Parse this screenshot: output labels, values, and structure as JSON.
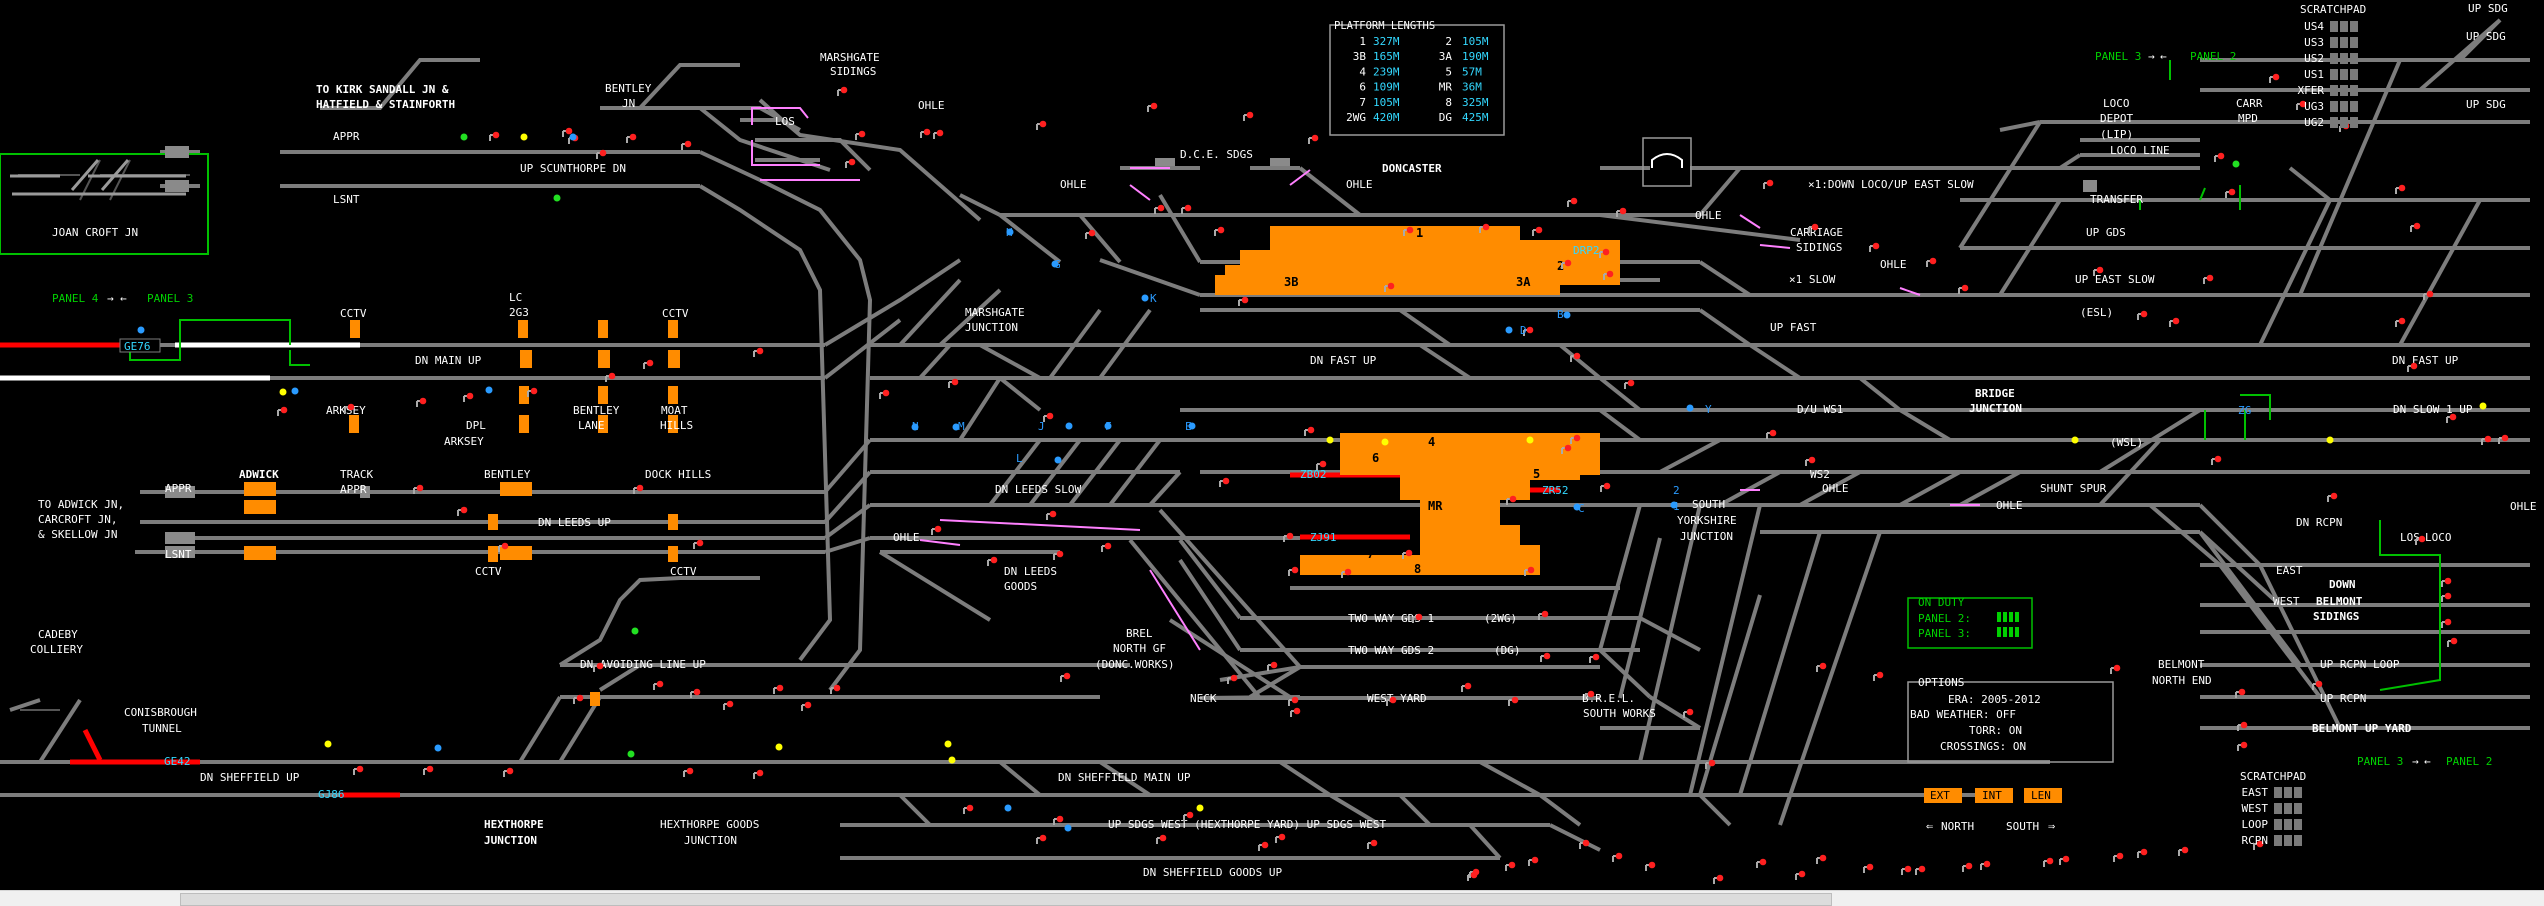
{
  "colors": {
    "track": "#7d7d7d",
    "text": "#ffffff",
    "platform": "#ff8c00",
    "signal_red": "#ff2020",
    "signal_green": "#22e022",
    "signal_yellow": "#ffff00",
    "aspect_blue": "#2a9bff",
    "ohle_pink": "#ff80ff",
    "cyan_text": "#33d8ff",
    "panel_green": "#00c000",
    "occupied_red": "#ff0000"
  },
  "platform_lengths": {
    "title": "PLATFORM LENGTHS",
    "rows": [
      [
        "1",
        "327M",
        "2",
        "105M"
      ],
      [
        "3B",
        "165M",
        "3A",
        "190M"
      ],
      [
        "4",
        "239M",
        "5",
        "57M"
      ],
      [
        "6",
        "109M",
        "MR",
        "36M"
      ],
      [
        "7",
        "105M",
        "8",
        "325M"
      ],
      [
        "2WG",
        "420M",
        "DG",
        "425M"
      ]
    ]
  },
  "scratchpad_top": {
    "title": "SCRATCHPAD",
    "rows": [
      "US4",
      "US3",
      "US2",
      "US1",
      "XFER",
      "UG3",
      "UG2"
    ]
  },
  "scratchpad_bottom": {
    "title": "SCRATCHPAD",
    "rows": [
      "EAST",
      "WEST",
      "LOOP",
      "RCPN"
    ]
  },
  "on_duty": {
    "title": "ON DUTY",
    "rows": [
      "PANEL 2:",
      "PANEL 3:"
    ]
  },
  "options": {
    "title": "OPTIONS",
    "rows": [
      "ERA: 2005-2012",
      "BAD WEATHER: OFF",
      "TORR: ON",
      "CROSSINGS: ON"
    ]
  },
  "buttons": {
    "ext": "EXT",
    "int": "INT",
    "len": "LEN"
  },
  "nav": {
    "north": "NORTH",
    "south": "SOUTH"
  },
  "panel_links": {
    "panel4": "PANEL 4",
    "panel3_left": "PANEL 3",
    "panel3_top": "PANEL 3",
    "panel2_top": "PANEL 2",
    "panel3_bottom": "PANEL 3",
    "panel2_bottom": "PANEL 2"
  },
  "berths": {
    "ge76": "GE76",
    "ge42": "GE42",
    "gj86": "GJ86",
    "drp2": "DRP2",
    "zb02": "ZB02",
    "zr52": "ZR52",
    "zj91": "ZJ91"
  },
  "labels": [
    {
      "id": "kirk-sandall",
      "t": "TO KIRK SANDALL JN &",
      "bold": true
    },
    {
      "id": "hatfield",
      "t": "HATFIELD & STAINFORTH",
      "bold": true
    },
    {
      "id": "bentley-jn-1",
      "t": "BENTLEY"
    },
    {
      "id": "bentley-jn-2",
      "t": "JN"
    },
    {
      "id": "marshgate-sidings-1",
      "t": "MARSHGATE"
    },
    {
      "id": "marshgate-sidings-2",
      "t": "SIDINGS"
    },
    {
      "id": "los-1",
      "t": "LOS"
    },
    {
      "id": "ohle-1",
      "t": "OHLE"
    },
    {
      "id": "appr-1",
      "t": "APPR"
    },
    {
      "id": "lsnt-1",
      "t": "LSNT"
    },
    {
      "id": "up-scunthorpe",
      "t": "UP SCUNTHORPE DN"
    },
    {
      "id": "joan-croft",
      "t": "JOAN CROFT JN"
    },
    {
      "id": "dce-sdgs",
      "t": "D.C.E. SDGS"
    },
    {
      "id": "doncaster",
      "t": "DONCASTER",
      "bold": true
    },
    {
      "id": "ohle-2",
      "t": "OHLE"
    },
    {
      "id": "ohle-3",
      "t": "OHLE"
    },
    {
      "id": "cctv-1",
      "t": "CCTV"
    },
    {
      "id": "lc-1",
      "t": "LC"
    },
    {
      "id": "lc-2",
      "t": "2G3"
    },
    {
      "id": "cctv-2",
      "t": "CCTV"
    },
    {
      "id": "dn-main-up",
      "t": "DN MAIN UP"
    },
    {
      "id": "arksey-1",
      "t": "ARKSEY"
    },
    {
      "id": "dpl",
      "t": "DPL"
    },
    {
      "id": "arksey-2",
      "t": "ARKSEY"
    },
    {
      "id": "bentley-lane-1",
      "t": "BENTLEY"
    },
    {
      "id": "bentley-lane-2",
      "t": "LANE"
    },
    {
      "id": "moat-hills-1",
      "t": "MOAT"
    },
    {
      "id": "moat-hills-2",
      "t": "HILLS"
    },
    {
      "id": "marshgate-jn-1",
      "t": "MARSHGATE"
    },
    {
      "id": "marshgate-jn-2",
      "t": "JUNCTION"
    },
    {
      "id": "dn-fast-up",
      "t": "DN FAST UP"
    },
    {
      "id": "up-fast",
      "t": "UP FAST"
    },
    {
      "id": "esl",
      "t": "(ESL)"
    },
    {
      "id": "dn-fast-up-2",
      "t": "DN FAST UP"
    },
    {
      "id": "dn-slow-1-up",
      "t": "DN SLOW 1 UP"
    },
    {
      "id": "x1-down-loco",
      "t": "×1:DOWN LOCO/UP EAST SLOW"
    },
    {
      "id": "loco-depot-1",
      "t": "LOCO"
    },
    {
      "id": "loco-depot-2",
      "t": "DEPOT"
    },
    {
      "id": "loco-depot-3",
      "t": "(LIP)"
    },
    {
      "id": "carr-mpd-1",
      "t": "CARR"
    },
    {
      "id": "carr-mpd-2",
      "t": "MPD"
    },
    {
      "id": "loco-line",
      "t": "LOCO LINE"
    },
    {
      "id": "transfer",
      "t": "TRANSFER"
    },
    {
      "id": "up-gds",
      "t": "UP GDS"
    },
    {
      "id": "up-east-slow",
      "t": "UP EAST SLOW"
    },
    {
      "id": "x1-slow",
      "t": "×1 SLOW"
    },
    {
      "id": "carriage-1",
      "t": "CARRIAGE"
    },
    {
      "id": "carriage-2",
      "t": "SIDINGS"
    },
    {
      "id": "ohle-4",
      "t": "OHLE"
    },
    {
      "id": "ohle-5",
      "t": "OHLE"
    },
    {
      "id": "up-sdg-1",
      "t": "UP SDG"
    },
    {
      "id": "up-sdg-2",
      "t": "UP SDG"
    },
    {
      "id": "up-sdg-3",
      "t": "UP SDG"
    },
    {
      "id": "dw-ws1",
      "t": "D/U WS1"
    },
    {
      "id": "bridge-jn-1",
      "t": "BRIDGE",
      "bold": true
    },
    {
      "id": "bridge-jn-2",
      "t": "JUNCTION",
      "bold": true
    },
    {
      "id": "wsl",
      "t": "(WSL)"
    },
    {
      "id": "ws2",
      "t": "WS2"
    },
    {
      "id": "ohle-6",
      "t": "OHLE"
    },
    {
      "id": "shunt-spur",
      "t": "SHUNT SPUR"
    },
    {
      "id": "ohle-7",
      "t": "OHLE"
    },
    {
      "id": "dn-rcpn",
      "t": "DN RCPN"
    },
    {
      "id": "los-2",
      "t": "LOS"
    },
    {
      "id": "loco-2",
      "t": "LOCO"
    },
    {
      "id": "ohle-8",
      "t": "OHLE"
    },
    {
      "id": "east-1",
      "t": "EAST"
    },
    {
      "id": "down-1",
      "t": "DOWN",
      "bold": true
    },
    {
      "id": "west-1",
      "t": "WEST"
    },
    {
      "id": "belmont-1",
      "t": "BELMONT",
      "bold": true
    },
    {
      "id": "sidings-1",
      "t": "SIDINGS",
      "bold": true
    },
    {
      "id": "belmont-north-1",
      "t": "BELMONT"
    },
    {
      "id": "belmont-north-2",
      "t": "NORTH END"
    },
    {
      "id": "up-rcpn-loop",
      "t": "UP RCPN LOOP"
    },
    {
      "id": "up-rcpn",
      "t": "UP RCPN"
    },
    {
      "id": "belmont-up-yard",
      "t": "BELMONT UP YARD",
      "bold": true
    },
    {
      "id": "adwick",
      "t": "ADWICK",
      "bold": true
    },
    {
      "id": "to-adwick-1",
      "t": "TO ADWICK JN,"
    },
    {
      "id": "to-adwick-2",
      "t": "CARCROFT JN,"
    },
    {
      "id": "to-adwick-3",
      "t": "& SKELLOW JN"
    },
    {
      "id": "appr-2",
      "t": "APPR"
    },
    {
      "id": "lsnt-2",
      "t": "LSNT"
    },
    {
      "id": "track-appr-1",
      "t": "TRACK"
    },
    {
      "id": "track-appr-2",
      "t": "APPR"
    },
    {
      "id": "bentley-2",
      "t": "BENTLEY"
    },
    {
      "id": "dock-hills",
      "t": "DOCK HILLS"
    },
    {
      "id": "dn-leeds-up",
      "t": "DN LEEDS UP"
    },
    {
      "id": "cctv-3",
      "t": "CCTV"
    },
    {
      "id": "cctv-4",
      "t": "CCTV"
    },
    {
      "id": "dn-leeds-slow",
      "t": "DN LEEDS SLOW"
    },
    {
      "id": "ohle-9",
      "t": "OHLE"
    },
    {
      "id": "dn-leeds-goods-1",
      "t": "DN LEEDS"
    },
    {
      "id": "dn-leeds-goods-2",
      "t": "GOODS"
    },
    {
      "id": "brel-1",
      "t": "BREL"
    },
    {
      "id": "brel-2",
      "t": "NORTH GF"
    },
    {
      "id": "brel-3",
      "t": "(DONC.WORKS)"
    },
    {
      "id": "two-way-1",
      "t": "TWO WAY GDS 1"
    },
    {
      "id": "two-way-1b",
      "t": "(2WG)"
    },
    {
      "id": "two-way-2",
      "t": "TWO WAY GDS 2"
    },
    {
      "id": "two-way-2b",
      "t": "(DG)"
    },
    {
      "id": "neck",
      "t": "NECK"
    },
    {
      "id": "west-yard",
      "t": "WEST YARD"
    },
    {
      "id": "brel-south-1",
      "t": "B.R.E.L."
    },
    {
      "id": "brel-south-2",
      "t": "SOUTH WORKS"
    },
    {
      "id": "south-yorks-1",
      "t": "SOUTH"
    },
    {
      "id": "south-yorks-2",
      "t": "YORKSHIRE"
    },
    {
      "id": "south-yorks-3",
      "t": "JUNCTION"
    },
    {
      "id": "cadeby-1",
      "t": "CADEBY"
    },
    {
      "id": "cadeby-2",
      "t": "COLLIERY"
    },
    {
      "id": "conisbrough-1",
      "t": "CONISBROUGH"
    },
    {
      "id": "conisbrough-2",
      "t": "TUNNEL"
    },
    {
      "id": "dn-avoiding",
      "t": "DN AVOIDING LINE UP"
    },
    {
      "id": "dn-sheffield-up",
      "t": "DN SHEFFIELD UP"
    },
    {
      "id": "dn-sheffield-main",
      "t": "DN SHEFFIELD MAIN UP"
    },
    {
      "id": "hexthorpe-jn-1",
      "t": "HEXTHORPE",
      "bold": true
    },
    {
      "id": "hexthorpe-jn-2",
      "t": "JUNCTION",
      "bold": true
    },
    {
      "id": "hexthorpe-gds-1",
      "t": "HEXTHORPE GOODS"
    },
    {
      "id": "hexthorpe-gds-2",
      "t": "JUNCTION"
    },
    {
      "id": "up-sdgs-west",
      "t": "UP SDGS WEST (HEXTHORPE YARD) UP SDGS WEST"
    },
    {
      "id": "dn-sheffield-goods",
      "t": "DN  SHEFFIELD GOODS  UP"
    }
  ],
  "platforms": [
    {
      "id": "p1",
      "t": "1"
    },
    {
      "id": "p2",
      "t": "2"
    },
    {
      "id": "p3b",
      "t": "3B"
    },
    {
      "id": "p3a",
      "t": "3A"
    },
    {
      "id": "p4",
      "t": "4"
    },
    {
      "id": "p5",
      "t": "5"
    },
    {
      "id": "p6",
      "t": "6"
    },
    {
      "id": "pmr",
      "t": "MR"
    },
    {
      "id": "p7",
      "t": "7"
    },
    {
      "id": "p8",
      "t": "8"
    }
  ],
  "letters": [
    "H",
    "G",
    "K",
    "D",
    "B",
    "N",
    "M",
    "J",
    "L",
    "F",
    "E",
    "Y",
    "C",
    "2",
    "1",
    "ZG"
  ]
}
